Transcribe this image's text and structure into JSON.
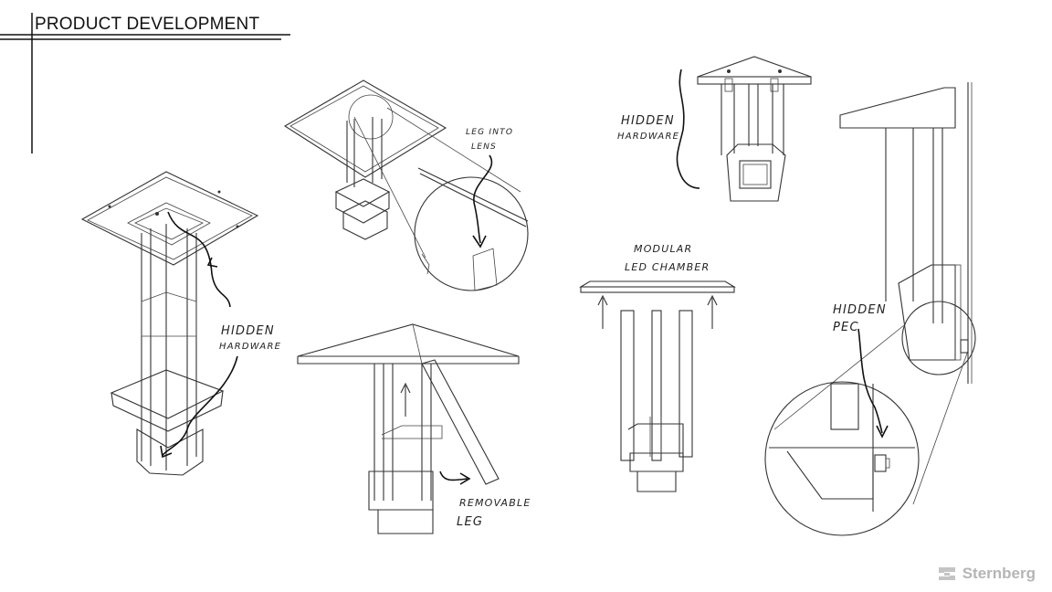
{
  "header": {
    "title": "PRODUCT DEVELOPMENT"
  },
  "annotations": {
    "hidden_hardware_left": [
      "HIDDEN",
      "HARDWARE"
    ],
    "leg_into_lens": [
      "LEG INTO",
      "LENS"
    ],
    "removable_leg": [
      "REMOVABLE",
      "LEG"
    ],
    "hidden_hardware_top": [
      "HIDDEN",
      "HARDWARE"
    ],
    "modular_led_chamber": [
      "MODULAR",
      "LED CHAMBER"
    ],
    "hidden_pec": [
      "HIDDEN",
      "PEC"
    ]
  },
  "brand": {
    "name": "Sternberg",
    "color": "#b5b5b5"
  }
}
